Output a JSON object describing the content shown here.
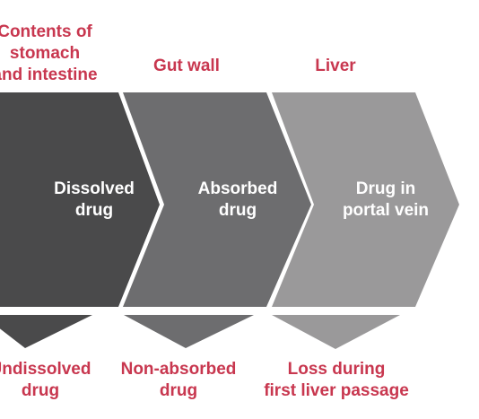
{
  "stages": [
    {
      "top_label": "Contents of\nstomach\nand intestine",
      "text": "Dissolved\ndrug",
      "bottom_label": "Undissolved\ndrug",
      "color": "#4a4a4b"
    },
    {
      "top_label": "Gut wall",
      "text": "Absorbed\ndrug",
      "bottom_label": "Non-absorbed\ndrug",
      "color": "#6d6d6f"
    },
    {
      "top_label": "Liver",
      "text": "Drug in\nportal vein",
      "bottom_label": "Loss during\nfirst liver passage",
      "color": "#9a999a"
    }
  ],
  "accent_color": "#c8374f"
}
